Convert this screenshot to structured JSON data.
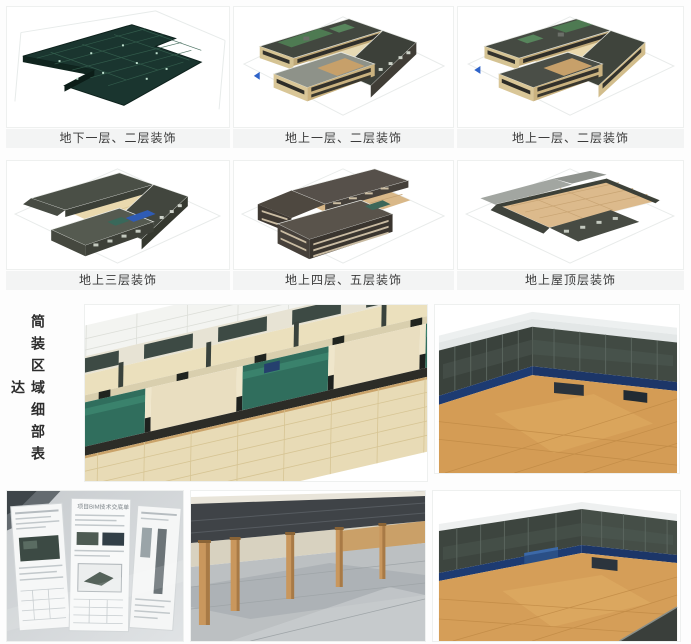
{
  "render_rows": [
    {
      "panels": [
        {
          "caption": "地下一层、二层装饰"
        },
        {
          "caption": "地上一层、二层装饰"
        },
        {
          "caption": "地上一层、二层装饰"
        }
      ]
    },
    {
      "panels": [
        {
          "caption": "地上三层装饰"
        },
        {
          "caption": "地上四层、五层装饰"
        },
        {
          "caption": "地上屋顶层装饰"
        }
      ]
    }
  ],
  "detail_section": {
    "vertical_label": "简装区域细部表达"
  },
  "documents_photo": {
    "sheet_header": "项目BIM技术交底单"
  },
  "palette": {
    "page_background": "#fdfdfd",
    "caption_text": "#3a3a3a",
    "caption_background": "#f3f4f4",
    "basement_slab_teal": "#1a352f",
    "roof_dark_gray": "#42473f",
    "roof_green": "#4e7a52",
    "facade_beige": "#d9c697",
    "courtyard_tan": "#dcba8c",
    "classroom_floor_orange": "#d49c55",
    "wainscot_navy": "#1d3b72",
    "interior_floor_teal": "#2f6e5e"
  }
}
